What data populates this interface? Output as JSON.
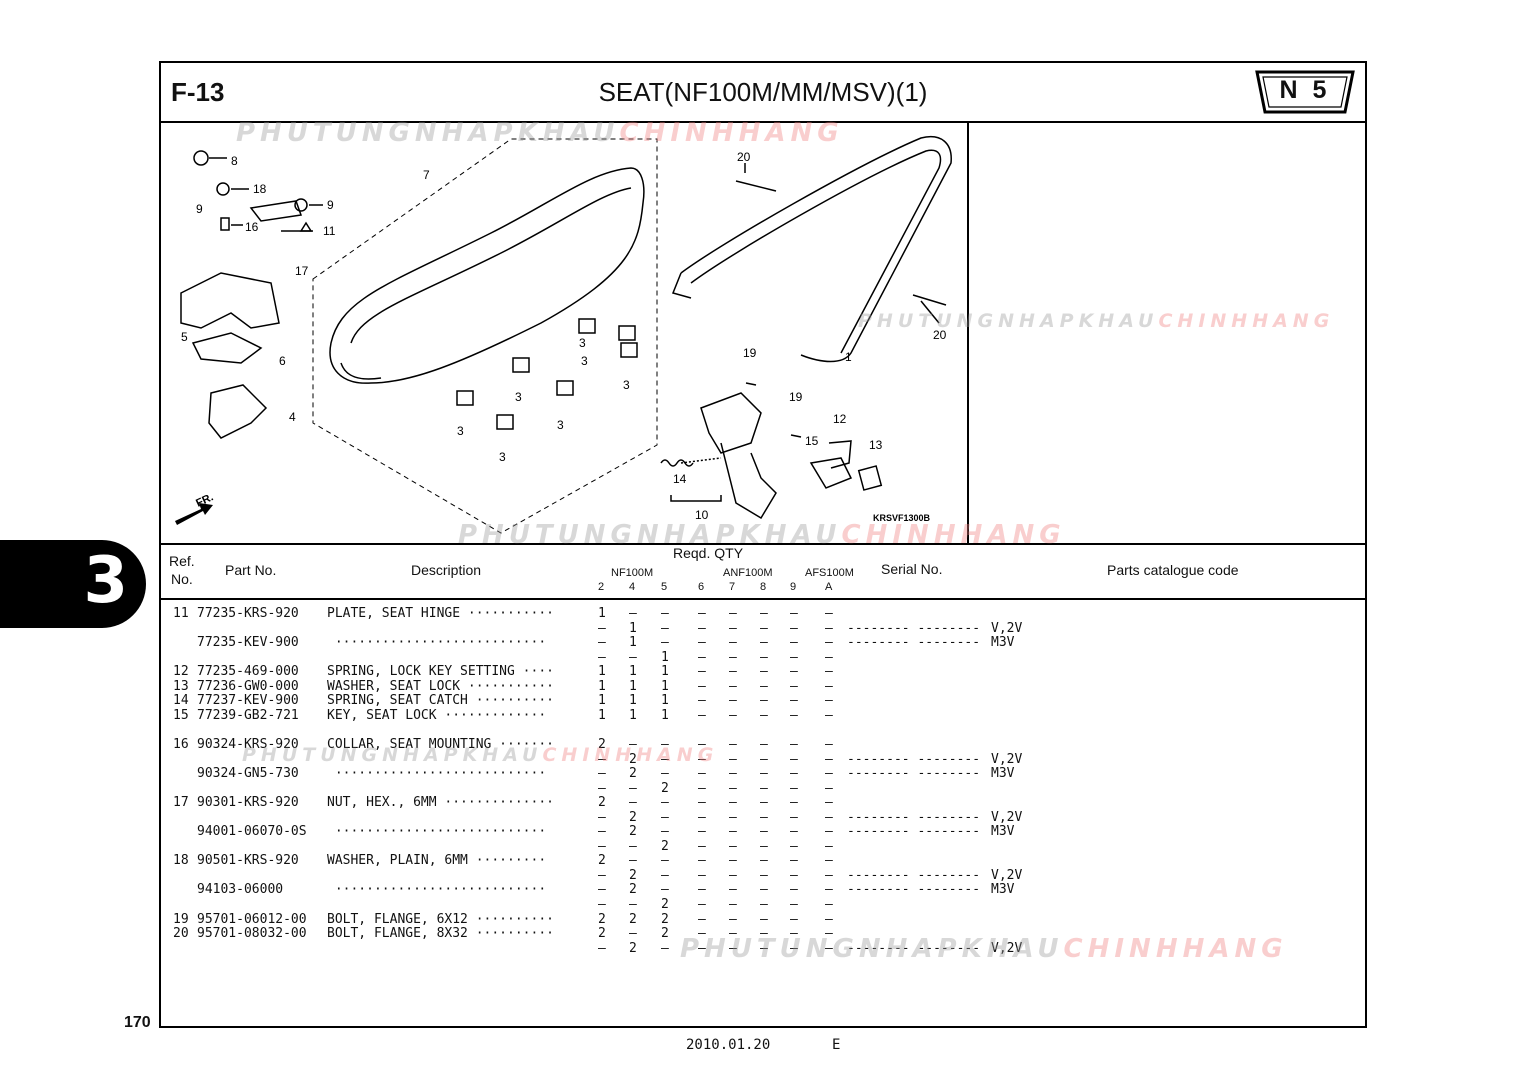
{
  "figure": {
    "code": "F-13",
    "title": "SEAT(NF100M/MM/MSV)(1)",
    "badge": "N 5",
    "diagram_code": "KRSVF1300B",
    "fr_label": "FR.",
    "callouts": [
      "8",
      "18",
      "9",
      "9",
      "16",
      "11",
      "17",
      "5",
      "6",
      "4",
      "7",
      "3",
      "3",
      "3",
      "3",
      "3",
      "3",
      "3",
      "20",
      "20",
      "1",
      "19",
      "19",
      "12",
      "15",
      "13",
      "14",
      "10"
    ]
  },
  "watermark": {
    "part1": "PHUTUNGNHAPKHAU",
    "part2": "CHINHHANG"
  },
  "section_tab": "3",
  "page_number": "170",
  "footer": {
    "date": "2010.01.20",
    "lang": "E"
  },
  "table": {
    "headers": {
      "ref": "Ref.",
      "no": "No.",
      "part_no": "Part No.",
      "description": "Description",
      "qty": "Reqd. QTY",
      "group1": "NF100M",
      "group2": "ANF100M",
      "group3": "AFS100M",
      "cols": [
        "2",
        "4",
        "5",
        "6",
        "7",
        "8",
        "9",
        "A"
      ],
      "serial": "Serial No.",
      "catalogue": "Parts catalogue code"
    },
    "rows": [
      {
        "ref": "11",
        "part": "77235-KRS-920",
        "desc": "PLATE, SEAT HINGE ···········",
        "q": [
          "1",
          "–",
          "–",
          "–",
          "–",
          "–",
          "–",
          "–"
        ],
        "serial": "",
        "code": ""
      },
      {
        "ref": "",
        "part": "",
        "desc": "",
        "q": [
          "–",
          "1",
          "–",
          "–",
          "–",
          "–",
          "–",
          "–"
        ],
        "serial": "-------- --------",
        "code": "V,2V"
      },
      {
        "ref": "",
        "part": "77235-KEV-900",
        "desc": " ···························",
        "q": [
          "–",
          "1",
          "–",
          "–",
          "–",
          "–",
          "–",
          "–"
        ],
        "serial": "-------- --------",
        "code": "M3V"
      },
      {
        "ref": "",
        "part": "",
        "desc": "",
        "q": [
          "–",
          "–",
          "1",
          "–",
          "–",
          "–",
          "–",
          "–"
        ],
        "serial": "",
        "code": ""
      },
      {
        "ref": "12",
        "part": "77235-469-000",
        "desc": "SPRING, LOCK KEY SETTING ····",
        "q": [
          "1",
          "1",
          "1",
          "–",
          "–",
          "–",
          "–",
          "–"
        ],
        "serial": "",
        "code": ""
      },
      {
        "ref": "13",
        "part": "77236-GW0-000",
        "desc": "WASHER, SEAT LOCK ···········",
        "q": [
          "1",
          "1",
          "1",
          "–",
          "–",
          "–",
          "–",
          "–"
        ],
        "serial": "",
        "code": ""
      },
      {
        "ref": "14",
        "part": "77237-KEV-900",
        "desc": "SPRING, SEAT CATCH ··········",
        "q": [
          "1",
          "1",
          "1",
          "–",
          "–",
          "–",
          "–",
          "–"
        ],
        "serial": "",
        "code": ""
      },
      {
        "ref": "15",
        "part": "77239-GB2-721",
        "desc": "KEY, SEAT LOCK ·············",
        "q": [
          "1",
          "1",
          "1",
          "–",
          "–",
          "–",
          "–",
          "–"
        ],
        "serial": "",
        "code": ""
      },
      {
        "ref": "16",
        "part": "90324-KRS-920",
        "desc": "COLLAR, SEAT MOUNTING ·······",
        "q": [
          "2",
          "–",
          "–",
          "–",
          "–",
          "–",
          "–",
          "–"
        ],
        "serial": "",
        "code": ""
      },
      {
        "ref": "",
        "part": "",
        "desc": "",
        "q": [
          "–",
          "2",
          "–",
          "–",
          "–",
          "–",
          "–",
          "–"
        ],
        "serial": "-------- --------",
        "code": "V,2V"
      },
      {
        "ref": "",
        "part": "90324-GN5-730",
        "desc": " ···························",
        "q": [
          "–",
          "2",
          "–",
          "–",
          "–",
          "–",
          "–",
          "–"
        ],
        "serial": "-------- --------",
        "code": "M3V"
      },
      {
        "ref": "",
        "part": "",
        "desc": "",
        "q": [
          "–",
          "–",
          "2",
          "–",
          "–",
          "–",
          "–",
          "–"
        ],
        "serial": "",
        "code": ""
      },
      {
        "ref": "17",
        "part": "90301-KRS-920",
        "desc": "NUT, HEX., 6MM ··············",
        "q": [
          "2",
          "–",
          "–",
          "–",
          "–",
          "–",
          "–",
          "–"
        ],
        "serial": "",
        "code": ""
      },
      {
        "ref": "",
        "part": "",
        "desc": "",
        "q": [
          "–",
          "2",
          "–",
          "–",
          "–",
          "–",
          "–",
          "–"
        ],
        "serial": "-------- --------",
        "code": "V,2V"
      },
      {
        "ref": "",
        "part": "94001-06070-0S",
        "desc": " ···························",
        "q": [
          "–",
          "2",
          "–",
          "–",
          "–",
          "–",
          "–",
          "–"
        ],
        "serial": "-------- --------",
        "code": "M3V"
      },
      {
        "ref": "",
        "part": "",
        "desc": "",
        "q": [
          "–",
          "–",
          "2",
          "–",
          "–",
          "–",
          "–",
          "–"
        ],
        "serial": "",
        "code": ""
      },
      {
        "ref": "18",
        "part": "90501-KRS-920",
        "desc": "WASHER, PLAIN, 6MM ·········",
        "q": [
          "2",
          "–",
          "–",
          "–",
          "–",
          "–",
          "–",
          "–"
        ],
        "serial": "",
        "code": ""
      },
      {
        "ref": "",
        "part": "",
        "desc": "",
        "q": [
          "–",
          "2",
          "–",
          "–",
          "–",
          "–",
          "–",
          "–"
        ],
        "serial": "-------- --------",
        "code": "V,2V"
      },
      {
        "ref": "",
        "part": "94103-06000",
        "desc": " ···························",
        "q": [
          "–",
          "2",
          "–",
          "–",
          "–",
          "–",
          "–",
          "–"
        ],
        "serial": "-------- --------",
        "code": "M3V"
      },
      {
        "ref": "",
        "part": "",
        "desc": "",
        "q": [
          "–",
          "–",
          "2",
          "–",
          "–",
          "–",
          "–",
          "–"
        ],
        "serial": "",
        "code": ""
      },
      {
        "ref": "19",
        "part": "95701-06012-00",
        "desc": "BOLT, FLANGE, 6X12 ··········",
        "q": [
          "2",
          "2",
          "2",
          "–",
          "–",
          "–",
          "–",
          "–"
        ],
        "serial": "",
        "code": ""
      },
      {
        "ref": "20",
        "part": "95701-08032-00",
        "desc": "BOLT, FLANGE, 8X32 ··········",
        "q": [
          "2",
          "–",
          "2",
          "–",
          "–",
          "–",
          "–",
          "–"
        ],
        "serial": "",
        "code": ""
      },
      {
        "ref": "",
        "part": "",
        "desc": "",
        "q": [
          "–",
          "2",
          "–",
          "–",
          "–",
          "–",
          "–",
          "–"
        ],
        "serial": "-------- --------",
        "code": "V,2V"
      }
    ]
  }
}
